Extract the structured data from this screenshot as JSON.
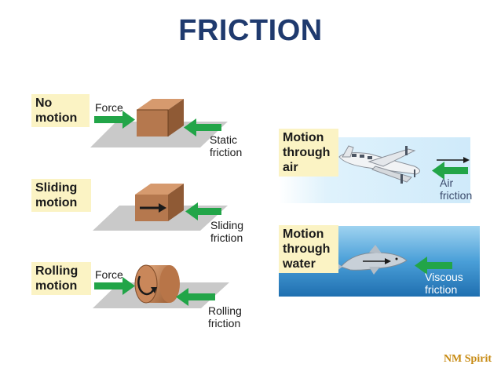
{
  "title": "FRICTION",
  "panels": {
    "no_motion": {
      "label_line1": "No",
      "label_line2": "motion",
      "force": "Force",
      "friction_line1": "Static",
      "friction_line2": "friction"
    },
    "sliding": {
      "label_line1": "Sliding",
      "label_line2": "motion",
      "friction_line1": "Sliding",
      "friction_line2": "friction"
    },
    "rolling": {
      "label_line1": "Rolling",
      "label_line2": "motion",
      "force": "Force",
      "friction_line1": "Rolling",
      "friction_line2": "friction"
    },
    "air": {
      "label_line1": "Motion",
      "label_line2": "through",
      "label_line3": "air",
      "friction_line1": "Air",
      "friction_line2": "friction"
    },
    "water": {
      "label_line1": "Motion",
      "label_line2": "through",
      "label_line3": "water",
      "friction_line1": "Viscous",
      "friction_line2": "friction"
    }
  },
  "brand": "NM Spirit",
  "colors": {
    "title": "#1f3a6e",
    "label_bg": "#fbf3c4",
    "arrow_green": "#22a548",
    "crate": "#b5784e",
    "ground": "#c9c9c9",
    "sky": "#d9f0fb",
    "water": "#2f86c7",
    "brand": "#c78a12"
  }
}
